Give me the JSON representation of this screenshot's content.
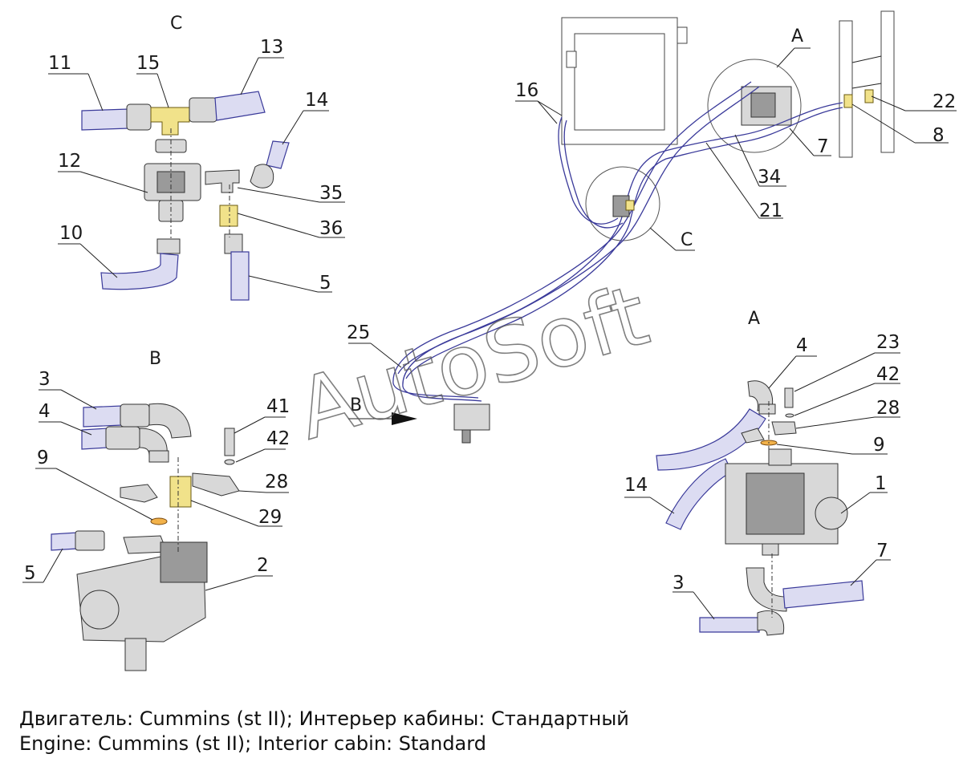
{
  "views": {
    "c": "C",
    "b": "B",
    "a": "A"
  },
  "main_letters": {
    "a": "A",
    "b": "B",
    "c": "C"
  },
  "callouts": {
    "view_c": [
      "11",
      "15",
      "13",
      "14",
      "12",
      "35",
      "36",
      "10",
      "5"
    ],
    "view_b": [
      "3",
      "4",
      "41",
      "42",
      "9",
      "28",
      "29",
      "5",
      "2"
    ],
    "view_a": [
      "4",
      "23",
      "42",
      "28",
      "9",
      "14",
      "1",
      "7",
      "3"
    ],
    "main": [
      "16",
      "22",
      "8",
      "7",
      "34",
      "21",
      "25"
    ]
  },
  "watermark": "AutoSoft",
  "caption": {
    "ru": "Двигатель: Cummins (st II); Интерьер кабины: Стандартный",
    "en": "Engine: Cummins (st II); Interior cabin: Standard"
  },
  "colors": {
    "hose": "#3a3a9a",
    "fitting_yellow": "#f1e28a",
    "fitting_orange": "#f2b24a"
  }
}
